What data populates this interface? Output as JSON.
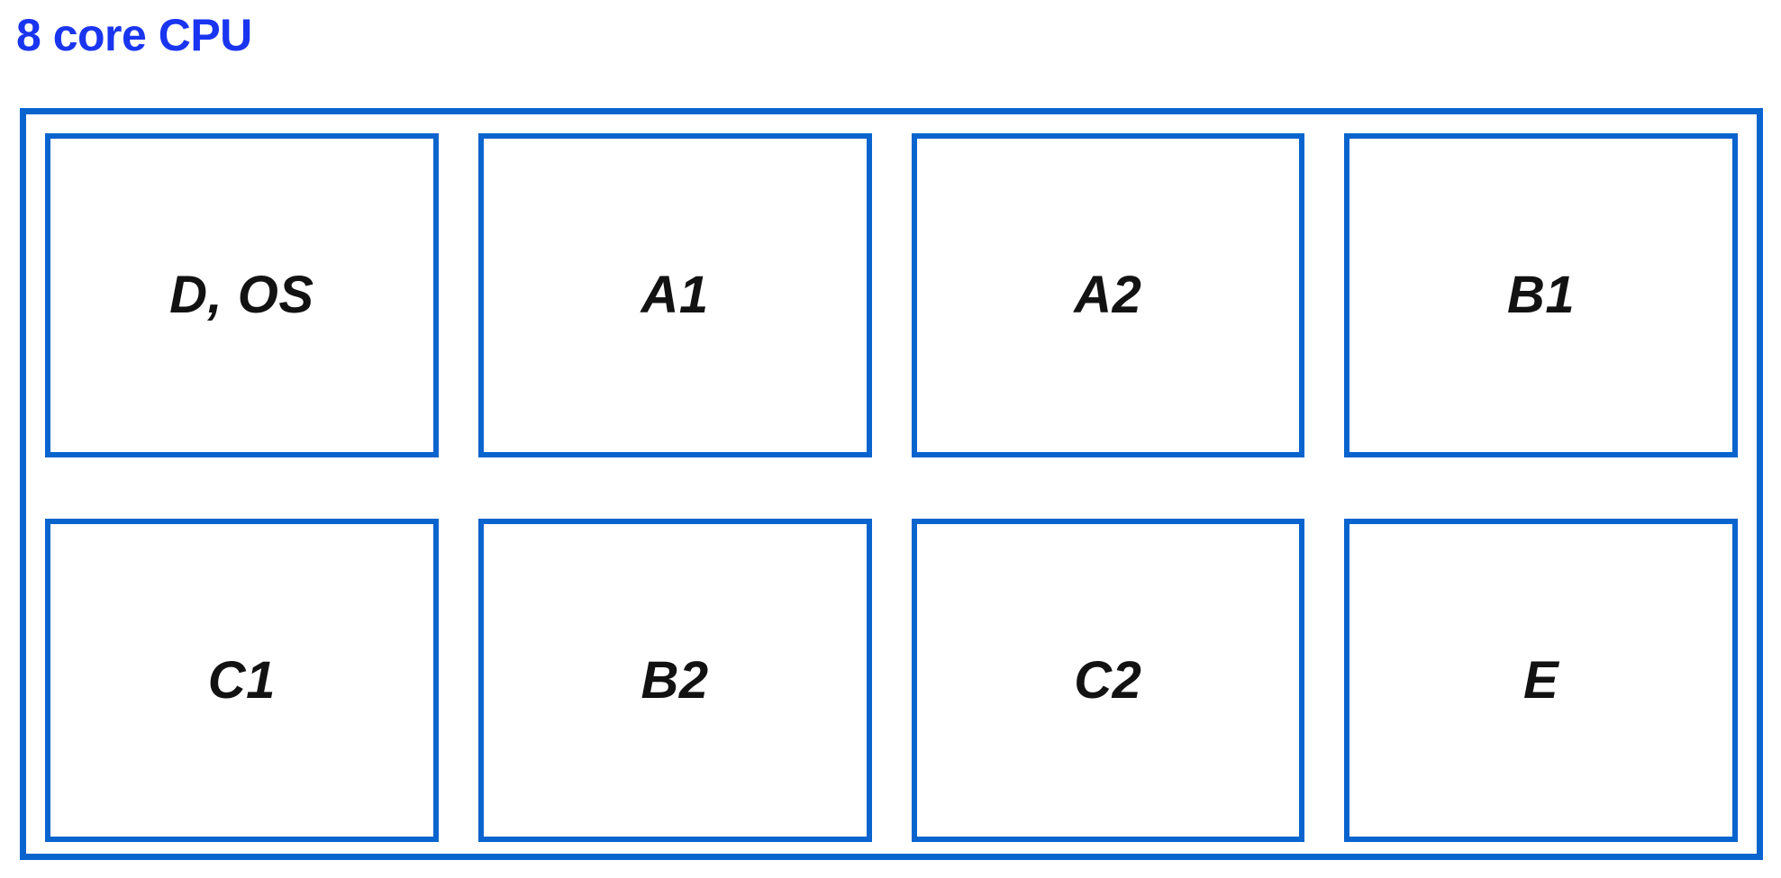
{
  "diagram": {
    "title": "8 core CPU",
    "title_color": "#1A35F0",
    "border_color": "#0A64CE",
    "label_color": "#121212",
    "background_color": "#FFFFFF",
    "type": "block-diagram",
    "rows": 2,
    "columns": 4,
    "core_count": 8,
    "cores": [
      {
        "id": "core-1",
        "row": 1,
        "column": 1,
        "label": "D, OS"
      },
      {
        "id": "core-2",
        "row": 1,
        "column": 2,
        "label": "A1"
      },
      {
        "id": "core-3",
        "row": 1,
        "column": 3,
        "label": "A2"
      },
      {
        "id": "core-4",
        "row": 1,
        "column": 4,
        "label": "B1"
      },
      {
        "id": "core-5",
        "row": 2,
        "column": 1,
        "label": "C1"
      },
      {
        "id": "core-6",
        "row": 2,
        "column": 2,
        "label": "B2"
      },
      {
        "id": "core-7",
        "row": 2,
        "column": 3,
        "label": "C2"
      },
      {
        "id": "core-8",
        "row": 2,
        "column": 4,
        "label": "E"
      }
    ]
  }
}
